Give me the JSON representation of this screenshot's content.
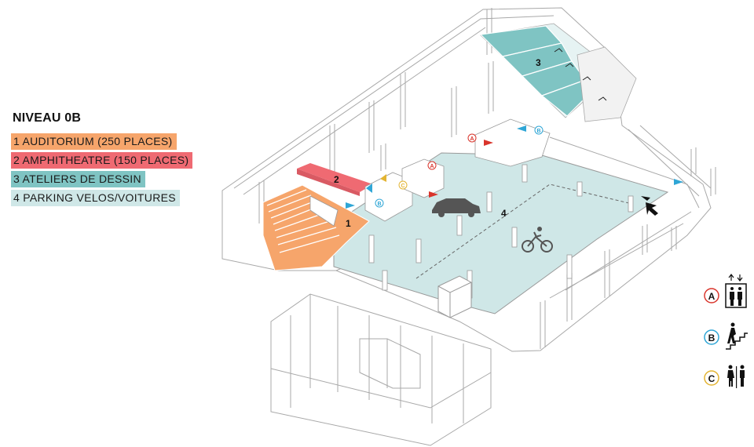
{
  "legend": {
    "title": "NIVEAU 0B",
    "items": [
      {
        "label": "1 AUDITORIUM (250 PLACES)",
        "color": "#f6a56b"
      },
      {
        "label": "2 AMPHITHEATRE (150 PLACES)",
        "color": "#ef6a72"
      },
      {
        "label": "3 ATELIERS DE DESSIN",
        "color": "#7fc4c3"
      },
      {
        "label": "4 PARKING VELOS/VOITURES",
        "color": "#cfe7e7"
      }
    ]
  },
  "zones": {
    "z1": "1",
    "z2": "2",
    "z3": "3",
    "z4": "4"
  },
  "markers": {
    "a": "A",
    "b": "B",
    "c": "C"
  },
  "key": [
    {
      "letter": "A",
      "color": "#d9342b",
      "icon": "elevator-icon"
    },
    {
      "letter": "B",
      "color": "#2fa6d6",
      "icon": "stairs-icon"
    },
    {
      "letter": "C",
      "color": "#e3b432",
      "icon": "restroom-icon"
    }
  ],
  "colors": {
    "auditorium": "#f6a56b",
    "amphitheatre": "#ef6a72",
    "ateliers": "#7fc4c3",
    "parking": "#cfe7e7",
    "lines": "#9a9a9a",
    "flag_red": "#d9342b",
    "flag_blue": "#2fa6d6"
  }
}
